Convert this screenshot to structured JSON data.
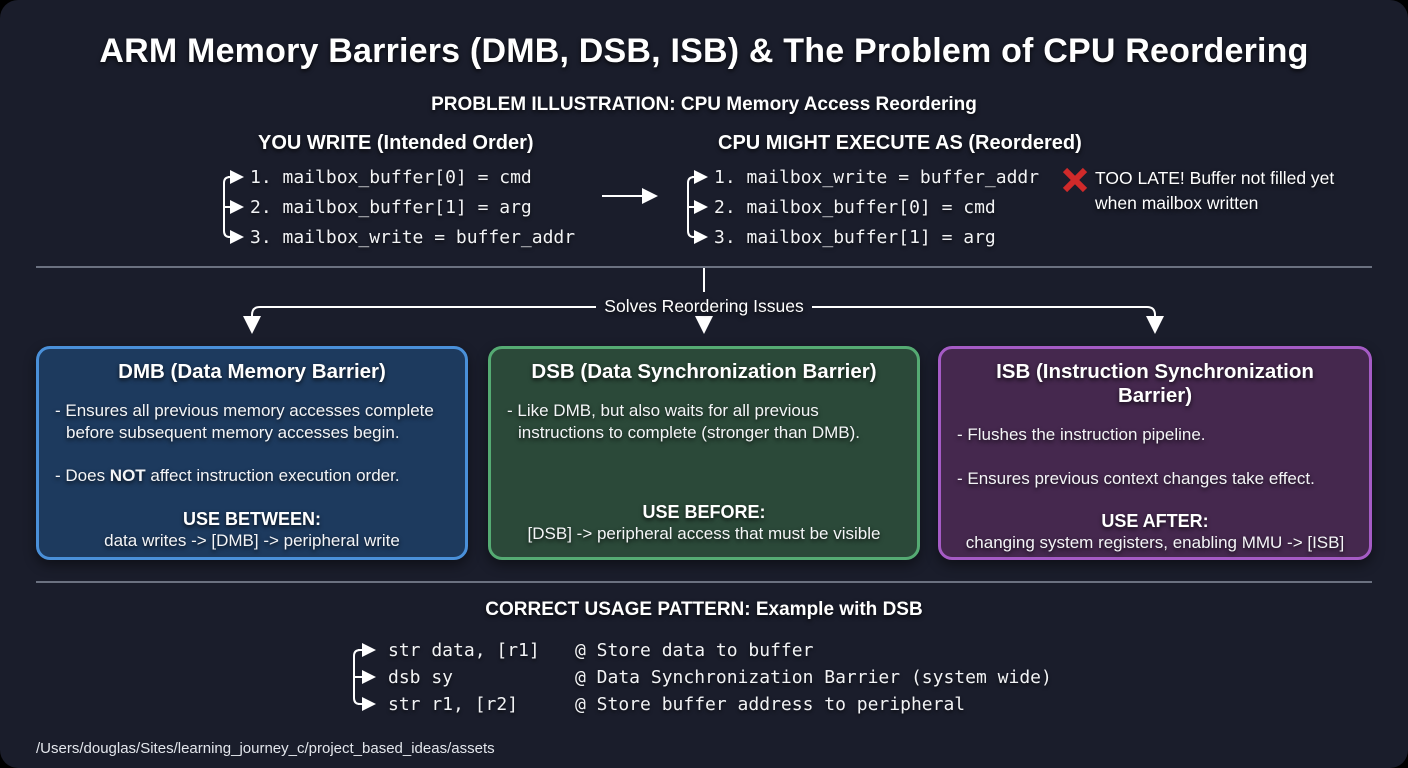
{
  "title": "ARM Memory Barriers (DMB, DSB, ISB) & The Problem of CPU Reordering",
  "problem": {
    "heading": "PROBLEM ILLUSTRATION: CPU Memory Access Reordering",
    "intended": {
      "heading": "YOU WRITE (Intended Order)",
      "lines": [
        "1. mailbox_buffer[0] = cmd",
        "2. mailbox_buffer[1] = arg",
        "3. mailbox_write = buffer_addr"
      ]
    },
    "reordered": {
      "heading": "CPU MIGHT EXECUTE AS (Reordered)",
      "lines": [
        "1. mailbox_write = buffer_addr",
        "2. mailbox_buffer[0] = cmd",
        "3. mailbox_buffer[1] = arg"
      ]
    },
    "warning": {
      "icon": "red-x-icon",
      "line1": "TOO LATE! Buffer not filled yet",
      "line2": "when mailbox written"
    }
  },
  "solves_label": "Solves Reordering Issues",
  "barriers": {
    "dmb": {
      "title": "DMB (Data Memory Barrier)",
      "p1": "- Ensures all previous memory accesses complete before subsequent memory accesses begin.",
      "p2_pre": "- Does ",
      "p2_bold": "NOT",
      "p2_post": " affect instruction execution order.",
      "use_label": "USE BETWEEN:",
      "use_text": "data writes -> [DMB] -> peripheral write",
      "fill": "#1d3a5e",
      "border": "#4a90d9"
    },
    "dsb": {
      "title": "DSB (Data Synchronization Barrier)",
      "p1": "- Like DMB, but also waits for all previous instructions to complete (stronger than DMB).",
      "use_label": "USE BEFORE:",
      "use_text": "[DSB] -> peripheral access that must be visible",
      "fill": "#2b4939",
      "border": "#55ab73"
    },
    "isb": {
      "title": "ISB (Instruction Synchronization Barrier)",
      "p1": "- Flushes the instruction pipeline.",
      "p2": "- Ensures previous context changes take effect.",
      "use_label": "USE AFTER:",
      "use_text": "changing system registers, enabling MMU -> [ISB]",
      "fill": "#45284e",
      "border": "#a55bc5"
    }
  },
  "usage": {
    "heading": "CORRECT USAGE PATTERN: Example with DSB",
    "lines": [
      {
        "code": "str data, [r1]",
        "comment": "@ Store data to buffer"
      },
      {
        "code": "dsb sy",
        "comment": "@ Data Synchronization Barrier (system wide)"
      },
      {
        "code": "str r1, [r2]",
        "comment": "@ Store buffer address to peripheral"
      }
    ]
  },
  "footer_path": "/Users/douglas/Sites/learning_journey_c/project_based_ideas/assets",
  "colors": {
    "background": "#1a1d2b",
    "divider": "#6b7180",
    "warning_x": "#d02a2a",
    "line_color": "#ffffff"
  }
}
